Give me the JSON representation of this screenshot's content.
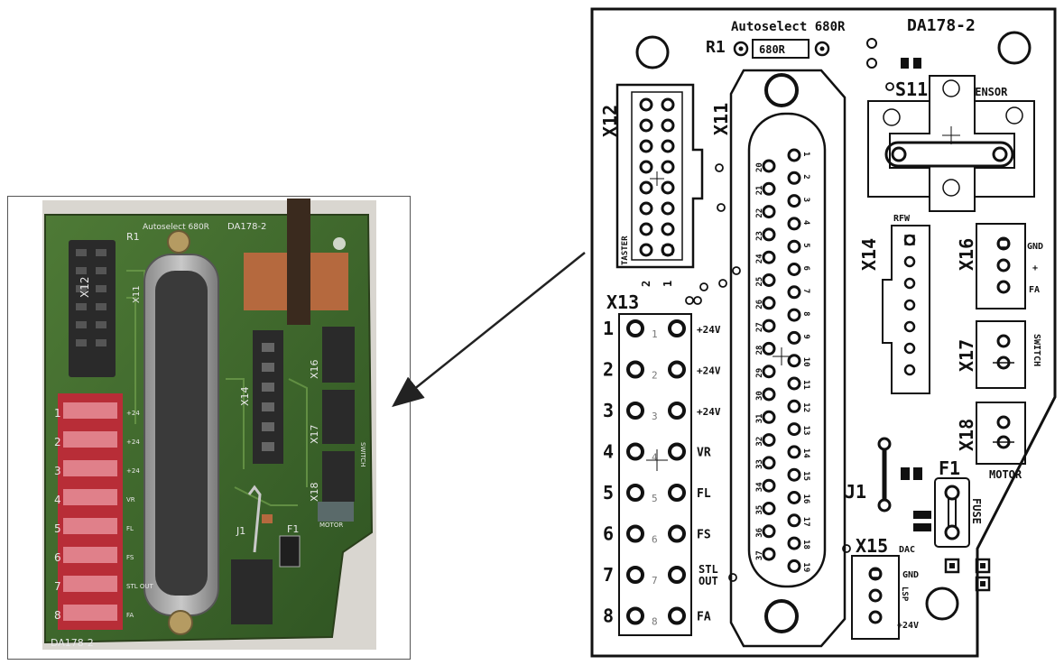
{
  "board": {
    "title": "Autoselect 680R",
    "id": "DA178-2",
    "photo_id": "DA178-2",
    "photo_title": "Autoselect 680R"
  },
  "resistor": {
    "ref": "R1",
    "value": "680R"
  },
  "connectors": {
    "x11": {
      "ref": "X11",
      "pins_left": [
        "20",
        "21",
        "22",
        "23",
        "24",
        "25",
        "26",
        "27",
        "28",
        "29",
        "30",
        "31",
        "32",
        "33",
        "34",
        "35",
        "36",
        "37"
      ],
      "pins_right": [
        "1",
        "2",
        "3",
        "4",
        "5",
        "6",
        "7",
        "8",
        "9",
        "10",
        "11",
        "12",
        "13",
        "14",
        "15",
        "16",
        "17",
        "18",
        "19"
      ]
    },
    "x12": {
      "ref": "X12",
      "label": "TASTER",
      "pin2": "2",
      "pin1": "1"
    },
    "x13": {
      "ref": "X13",
      "rows": [
        {
          "num": "1",
          "sig": "+24V"
        },
        {
          "num": "2",
          "sig": "+24V"
        },
        {
          "num": "3",
          "sig": "+24V"
        },
        {
          "num": "4",
          "sig": "VR"
        },
        {
          "num": "5",
          "sig": "FL"
        },
        {
          "num": "6",
          "sig": "FS"
        },
        {
          "num": "7",
          "sig": "STL OUT",
          "sig1": "STL",
          "sig2": "OUT"
        },
        {
          "num": "8",
          "sig": "FA"
        }
      ]
    },
    "x14": {
      "ref": "X14",
      "label": "RFW"
    },
    "x15": {
      "ref": "X15",
      "label": "DAC",
      "lsp": "LSP",
      "gnd": "GND",
      "v24": "+24V"
    },
    "x16": {
      "ref": "X16",
      "gnd": "GND",
      "plus": "+",
      "fa": "FA"
    },
    "x17": {
      "ref": "X17",
      "label": "SWITCH"
    },
    "x18": {
      "ref": "X18",
      "label": "MOTOR"
    }
  },
  "parts": {
    "s11": {
      "ref": "S11",
      "label": "SENSOR"
    },
    "j1": {
      "ref": "J1"
    },
    "f1": {
      "ref": "F1",
      "label": "FUSE"
    }
  },
  "photo_labels": {
    "r1": "R1",
    "x12": "X12",
    "x11": "X11",
    "x14": "X14",
    "x16": "X16",
    "x17": "X17",
    "x18": "X18",
    "f1": "F1",
    "j1": "J1",
    "motor": "MOTOR",
    "switch": "SWITCH",
    "rows": [
      "1",
      "2",
      "3",
      "4",
      "5",
      "6",
      "7",
      "8"
    ],
    "sigs": [
      "+24",
      "+24",
      "+24",
      "VR",
      "FL",
      "FS",
      "STL OUT",
      "FA"
    ]
  },
  "colors": {
    "pcb_green": "#3f6a2c",
    "pcb_dark": "#2c4a1f",
    "header_red": "#c0303a",
    "connector_dark": "#2a2a2a",
    "outline": "#111111"
  }
}
